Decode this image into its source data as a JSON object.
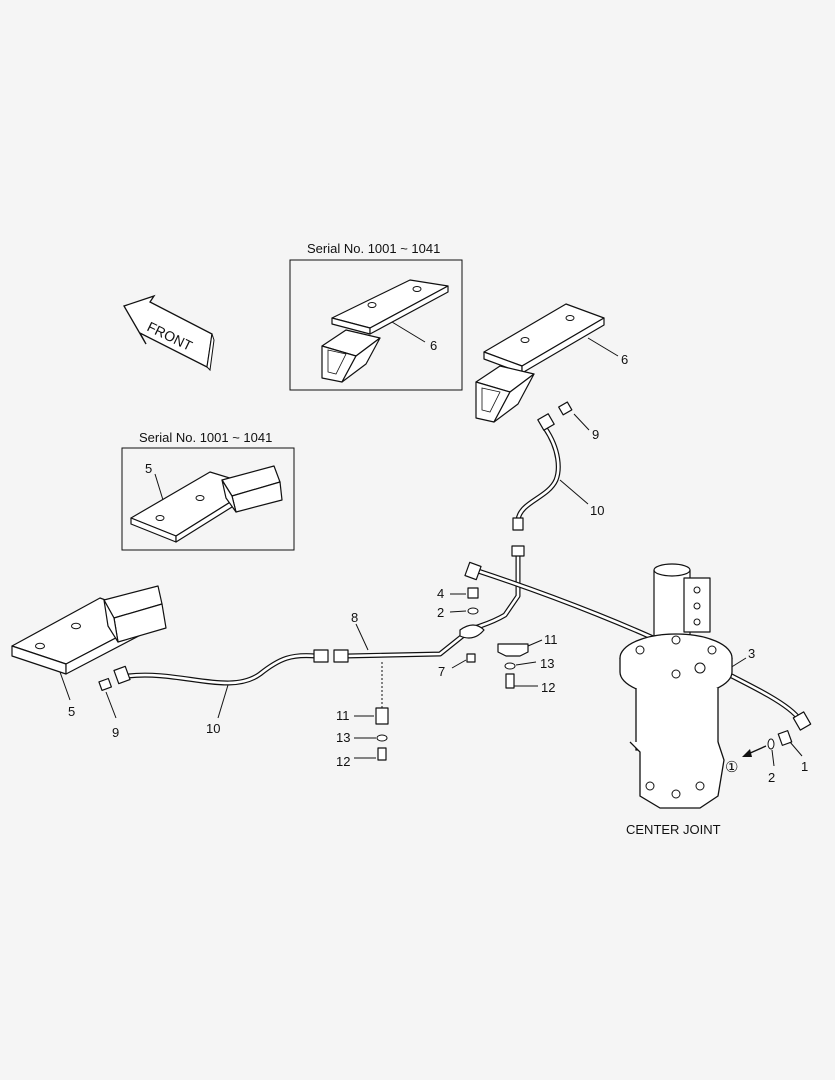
{
  "serial_box_upper": {
    "title": "Serial No. 1001 ~ 1041"
  },
  "serial_box_left": {
    "title": "Serial No. 1001 ~ 1041"
  },
  "front_arrow": {
    "text": "FRONT"
  },
  "center_joint": {
    "label": "CENTER JOINT"
  },
  "detail_marker": {
    "text": "①"
  },
  "callouts": {
    "c1": "1",
    "c2a": "2",
    "c2b": "2",
    "c3": "3",
    "c4": "4",
    "c5a": "5",
    "c5b": "5",
    "c6a": "6",
    "c6b": "6",
    "c7": "7",
    "c8": "8",
    "c9a": "9",
    "c9b": "9",
    "c10a": "10",
    "c10b": "10",
    "c11a": "11",
    "c11b": "11",
    "c12a": "12",
    "c12b": "12",
    "c13a": "13",
    "c13b": "13"
  }
}
